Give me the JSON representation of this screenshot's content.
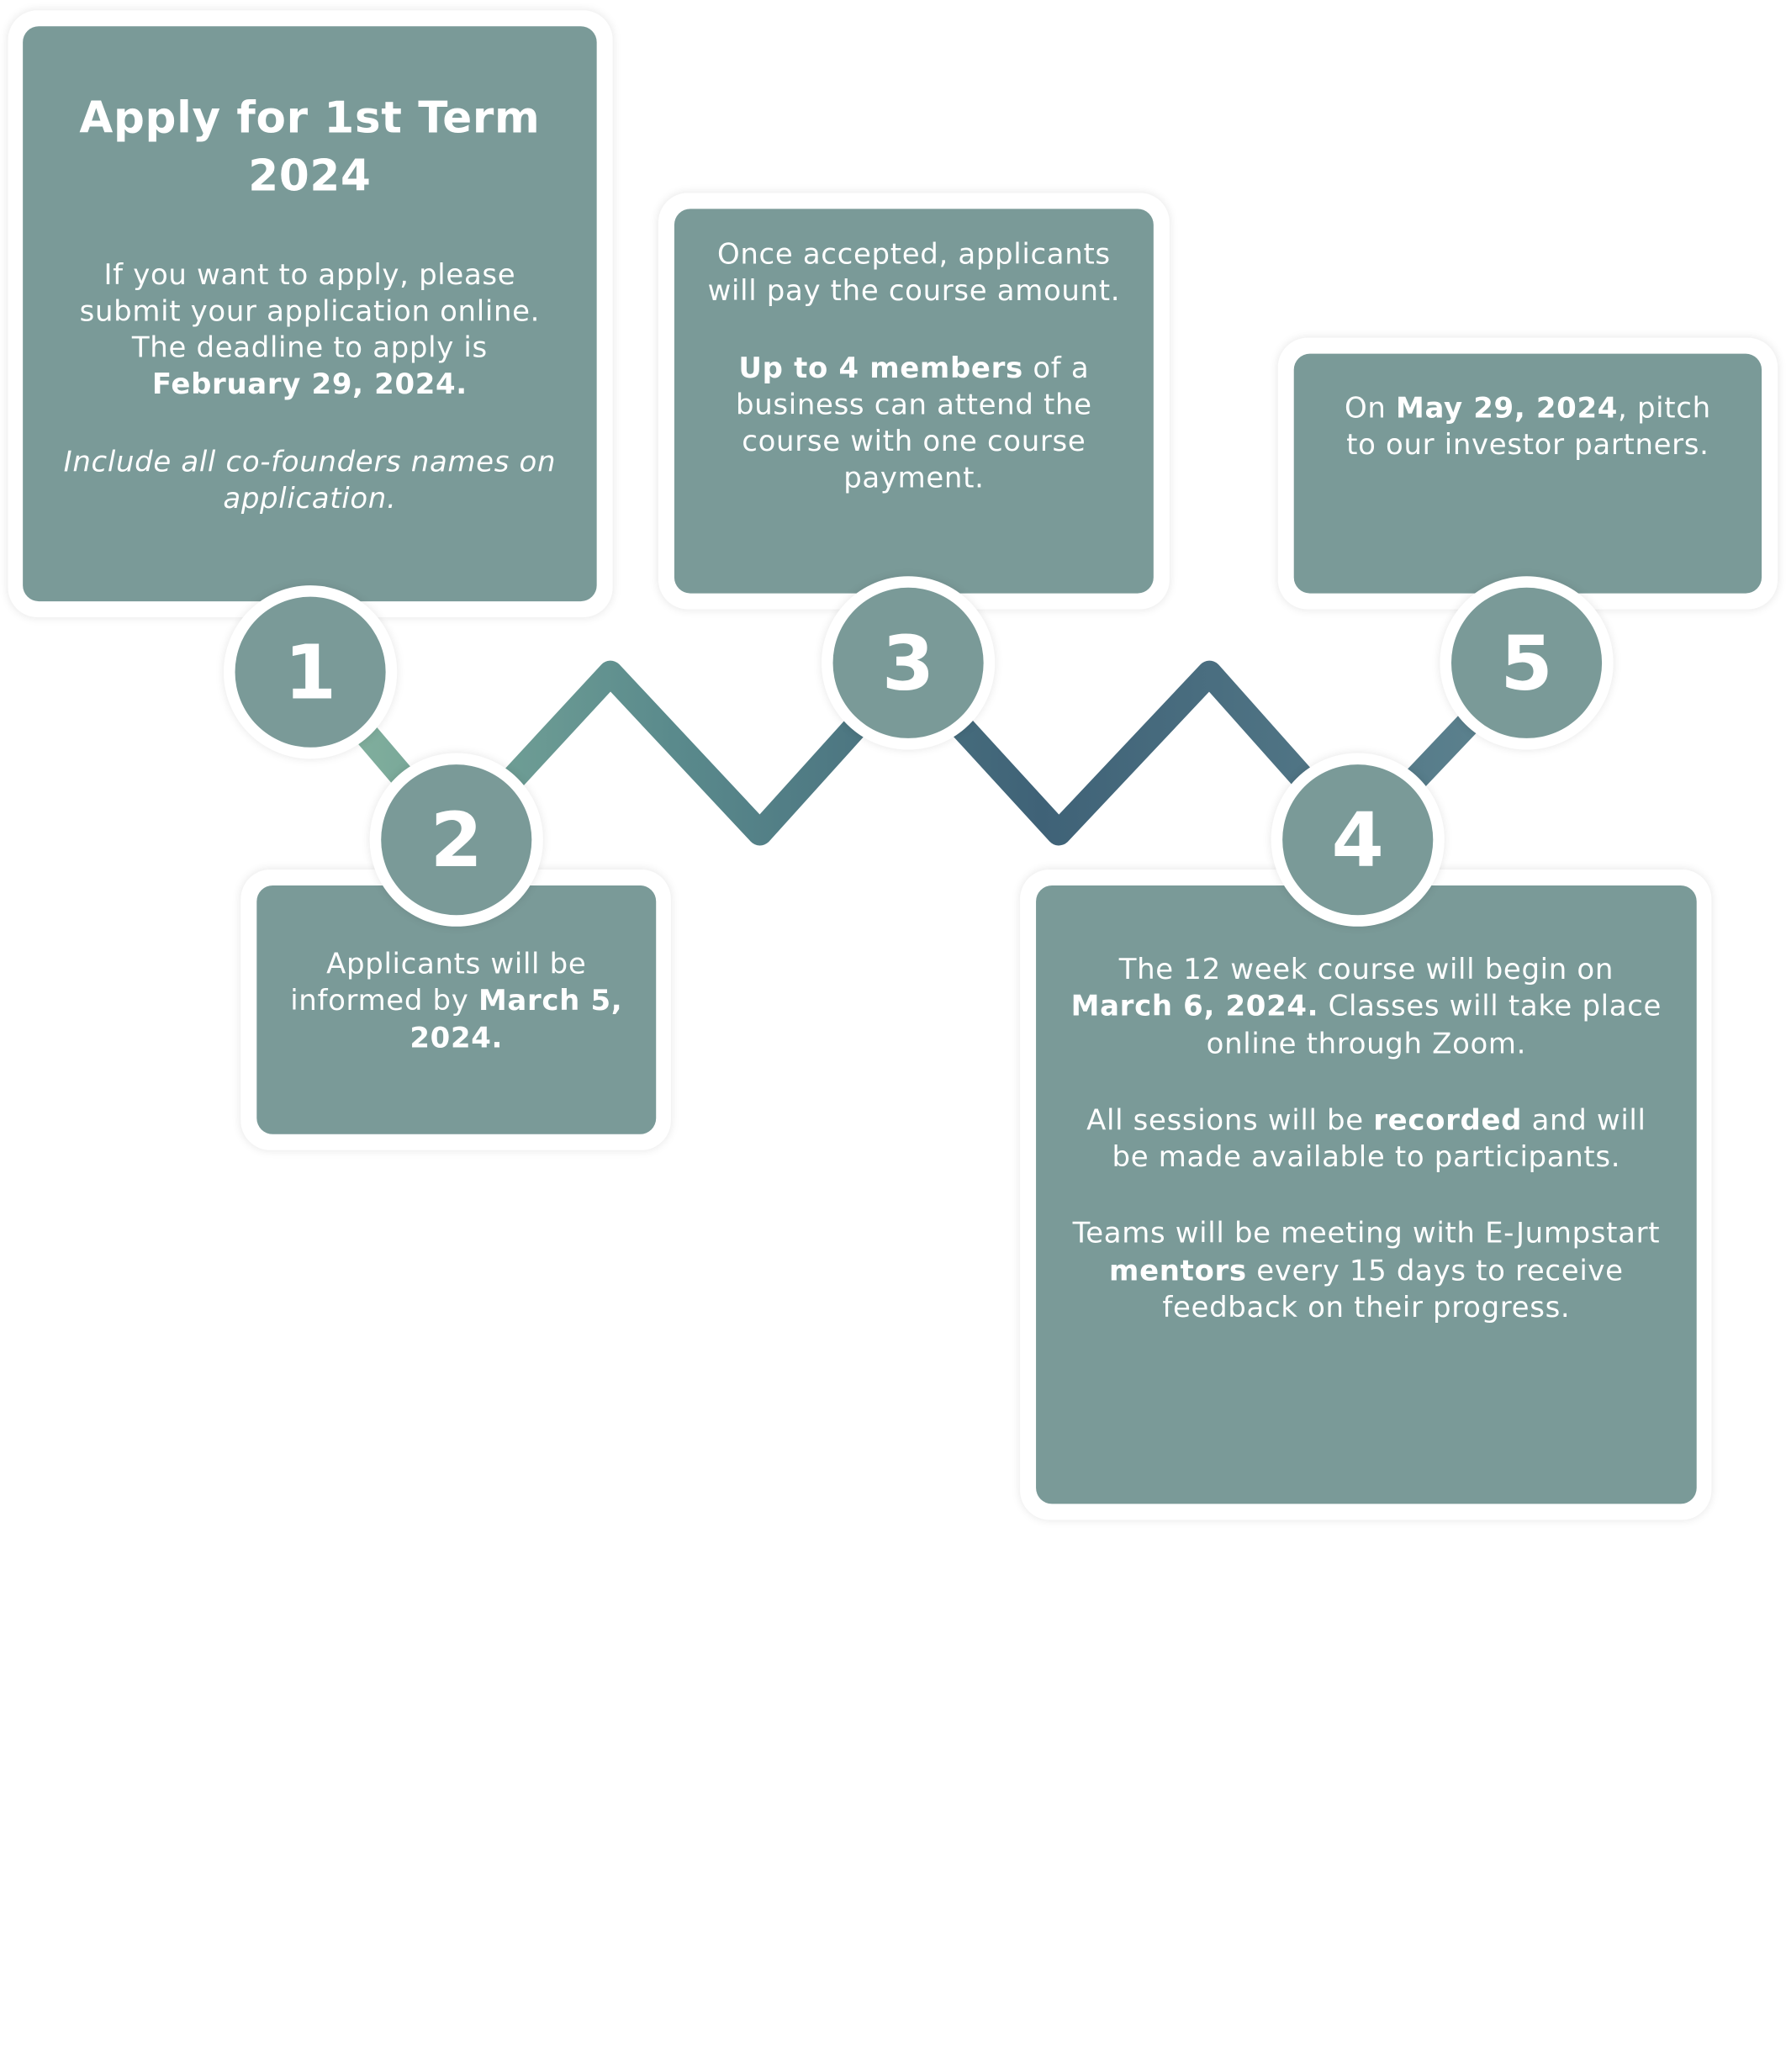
{
  "colors": {
    "card_fill": "#7a9a98",
    "line_start": "#86b49f",
    "line_mid": "#3f6277",
    "line_end": "#5e8490",
    "text": "#ffffff"
  },
  "steps": [
    {
      "number": "1",
      "title": "Apply for 1st Term 2024",
      "p1_a": "If you want to apply, please submit your application online. The deadline to apply is ",
      "p1_bold": "February 29, 2024.",
      "p2_italic": "Include all co-founders names on application."
    },
    {
      "number": "2",
      "p1_a": "Applicants will be informed by ",
      "p1_bold": "March 5, 2024."
    },
    {
      "number": "3",
      "p1": "Once accepted, applicants will pay the course amount.",
      "p2_bold": "Up to 4 members",
      "p2_b": " of a business can attend the course with one course payment."
    },
    {
      "number": "4",
      "p1_a": "The 12 week course will begin on ",
      "p1_bold": "March 6, 2024.",
      "p1_b": " Classes will take place online through Zoom.",
      "p2_a": "All sessions will be ",
      "p2_bold": "recorded",
      "p2_b": " and will be made available to participants.",
      "p3_a": "Teams will be meeting with E-Jumpstart ",
      "p3_bold": "mentors",
      "p3_b": " every 15 days to receive feedback on their progress."
    },
    {
      "number": "5",
      "p1_a": "On ",
      "p1_bold": "May 29, 2024",
      "p1_b": ", pitch to our investor partners."
    }
  ]
}
